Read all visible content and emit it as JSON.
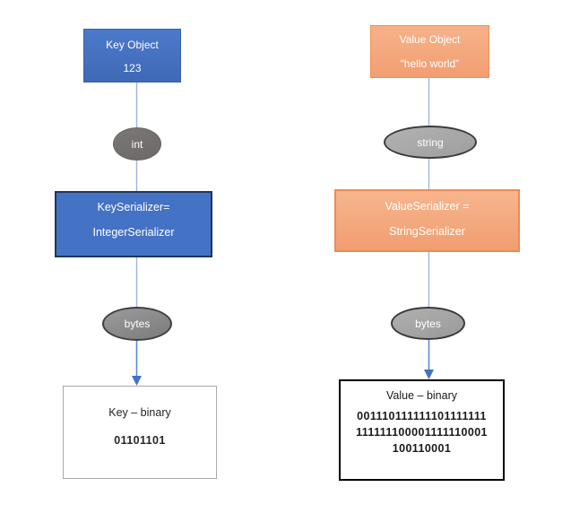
{
  "diagram": {
    "key_flow": {
      "object_box": {
        "title": "Key Object",
        "value": "123"
      },
      "type_label": "int",
      "serializer_box": {
        "line1": "KeySerializer=",
        "line2": "IntegerSerializer"
      },
      "bytes_label": "bytes",
      "binary_box": {
        "title": "Key – binary",
        "lines": [
          "01101101"
        ]
      }
    },
    "value_flow": {
      "object_box": {
        "title": "Value Object",
        "value": "“hello world”"
      },
      "type_label": "string",
      "serializer_box": {
        "line1": "ValueSerializer =",
        "line2": "StringSerializer"
      },
      "bytes_label": "bytes",
      "binary_box": {
        "title": "Value – binary",
        "lines": [
          "001110111111101111111",
          "111111100001111110001",
          "100110001"
        ]
      }
    },
    "colors": {
      "key_fill": "#4472C4",
      "key_border": "#20365E",
      "value_fill": "#F4A77E",
      "value_border": "#ED8A55",
      "type_ellipse_gray": "#767171",
      "bytes_ellipse_gray": "#8C8C8C",
      "ellipse_border": "#3B3B3B",
      "connector_blue": "#9DB5E3",
      "arrow_blue": "#4472C4",
      "result_border_key": "#A9A9A9",
      "result_border_value": "#000000"
    }
  }
}
